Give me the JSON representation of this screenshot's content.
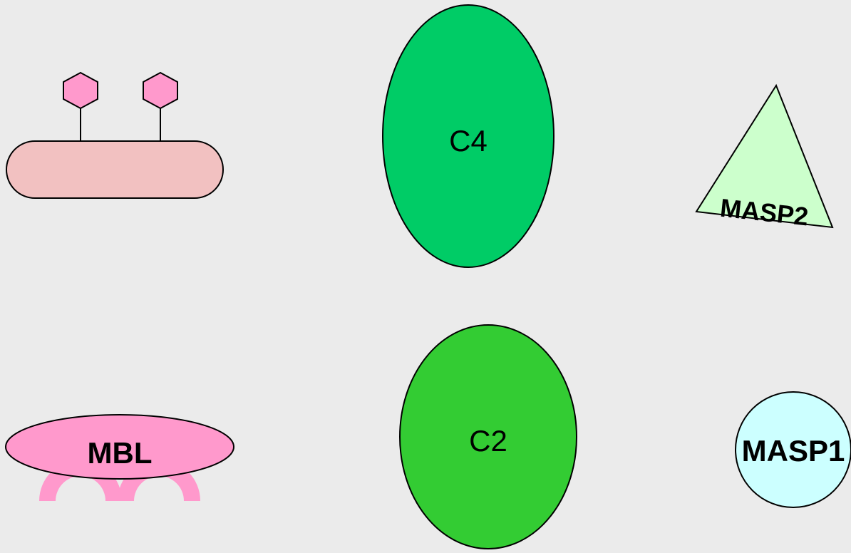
{
  "diagram": {
    "background": "#ebebeb",
    "labels": {
      "c4": "C4",
      "c2": "C2",
      "masp2": "MASP2",
      "masp1": "MASP1",
      "mbl": "MBL"
    },
    "colors": {
      "bacterium_body": "#f2c1c1",
      "sugar": "#ff99cc",
      "c4": "#00cc66",
      "c2": "#33cc33",
      "masp2": "#ccffcc",
      "masp1": "#ccffff",
      "mbl": "#ff99cc",
      "outline": "#000000"
    }
  }
}
